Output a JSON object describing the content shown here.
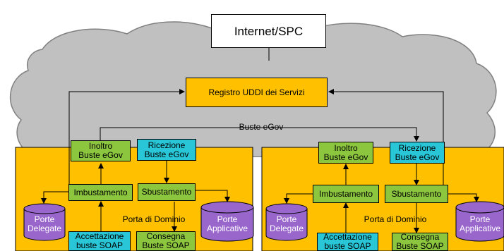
{
  "diagram": {
    "internet_label": "Internet/SPC",
    "registry_label": "Registro UDDI dei Servizi",
    "egov_bus_label": "Buste eGov",
    "left_domain": {
      "inoltro": "Inoltro\nBuste eGov",
      "ricezione": "Ricezione\nBuste eGov",
      "imbustamento": "Imbustamento",
      "sbustamento": "Sbustamento",
      "porta_label": "Porta di Dominio",
      "accettazione": "Accettazione\nbuste SOAP",
      "consegna": "Consegna\nBuste SOAP",
      "porte_delegate": "Porte\nDelegate",
      "porte_applicative": "Porte\nApplicative"
    },
    "right_domain": {
      "inoltro": "Inoltro\nBuste eGov",
      "ricezione": "Ricezione\nBuste eGov",
      "imbustamento": "Imbustamento",
      "sbustamento": "Sbustamento",
      "porta_label": "Porta di Dominio",
      "accettazione": "Accettazione\nbuste SOAP",
      "consegna": "Consegna\nBuste SOAP",
      "porte_delegate": "Porte\nDelegate",
      "porte_applicative": "Porte\nApplicative"
    },
    "colors": {
      "cloud": "#c0c0c0",
      "domain": "#ffc000",
      "green_box": "#8cc63f",
      "cyan_box": "#28c6d6",
      "database": "#9966cc"
    }
  }
}
